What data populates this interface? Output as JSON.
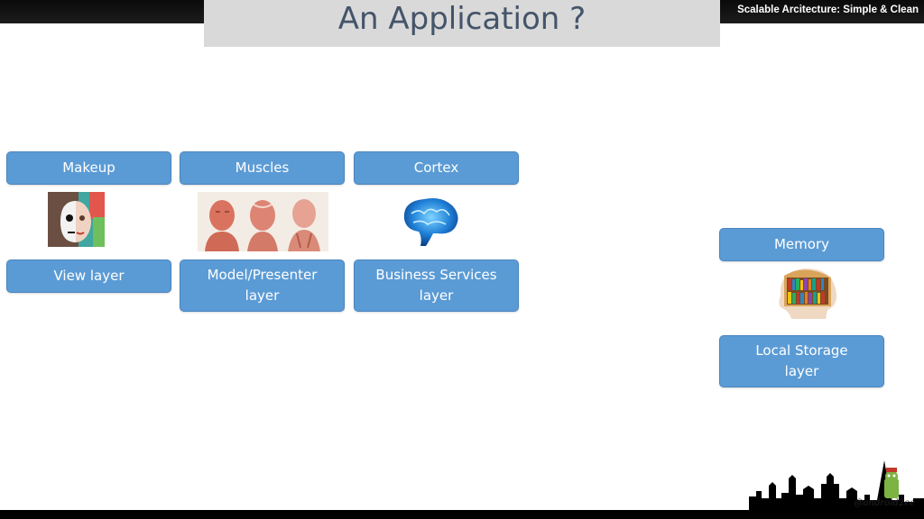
{
  "header": {
    "deck_title": "Scalable Arcitecture: Simple & Clean",
    "slide_title": "An Application ?"
  },
  "columns": [
    {
      "heading": "Makeup",
      "layer": "View layer",
      "icon": "makeup-face-icon"
    },
    {
      "heading": "Muscles",
      "layer": "Model/Presenter\nlayer",
      "icon": "muscles-anatomy-icon"
    },
    {
      "heading": "Cortex",
      "layer": "Business Services\nlayer",
      "icon": "brain-icon"
    },
    {
      "heading": "Memory",
      "layer": "Local Storage\nlayer",
      "icon": "memory-bookshelf-head-icon"
    }
  ],
  "footer": {
    "signature": "@android2ee"
  },
  "colors": {
    "box_fill": "#5b9bd5",
    "title_text": "#44546a",
    "title_band": "#d9d9d9",
    "top_bar": "#111111"
  }
}
